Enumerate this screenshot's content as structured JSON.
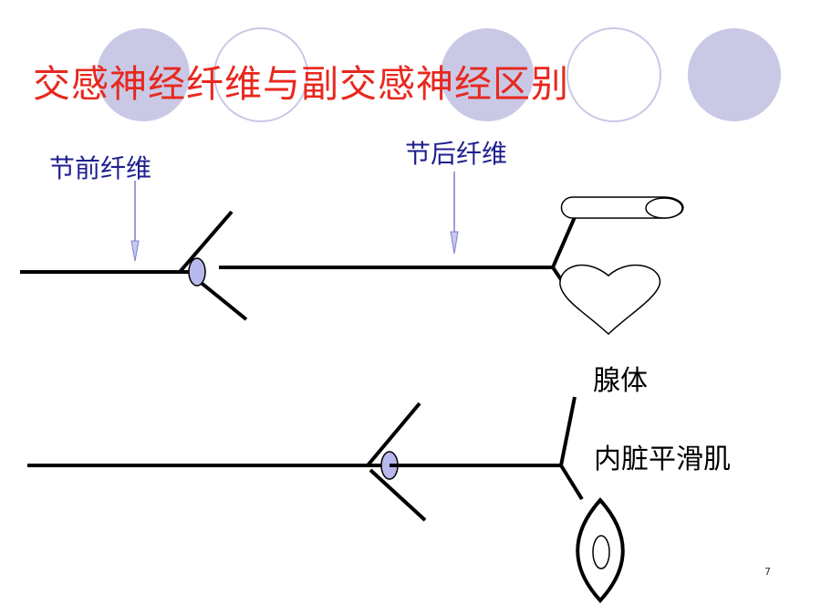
{
  "slide": {
    "title": "交感神经纤维与副交感神经区别",
    "page_number": "7"
  },
  "labels": {
    "preganglionic": "节前纤维",
    "postganglionic": "节后纤维",
    "gland": "腺体",
    "visceral_smooth_muscle": "内脏平滑肌"
  },
  "colors": {
    "title": "#e8281e",
    "fiber_label": "#1f1f8f",
    "decor_circle": "#c9c9e6",
    "ganglion_fill": "#b8b8ec",
    "arrow": "#9d9dd8",
    "line": "#000000"
  }
}
